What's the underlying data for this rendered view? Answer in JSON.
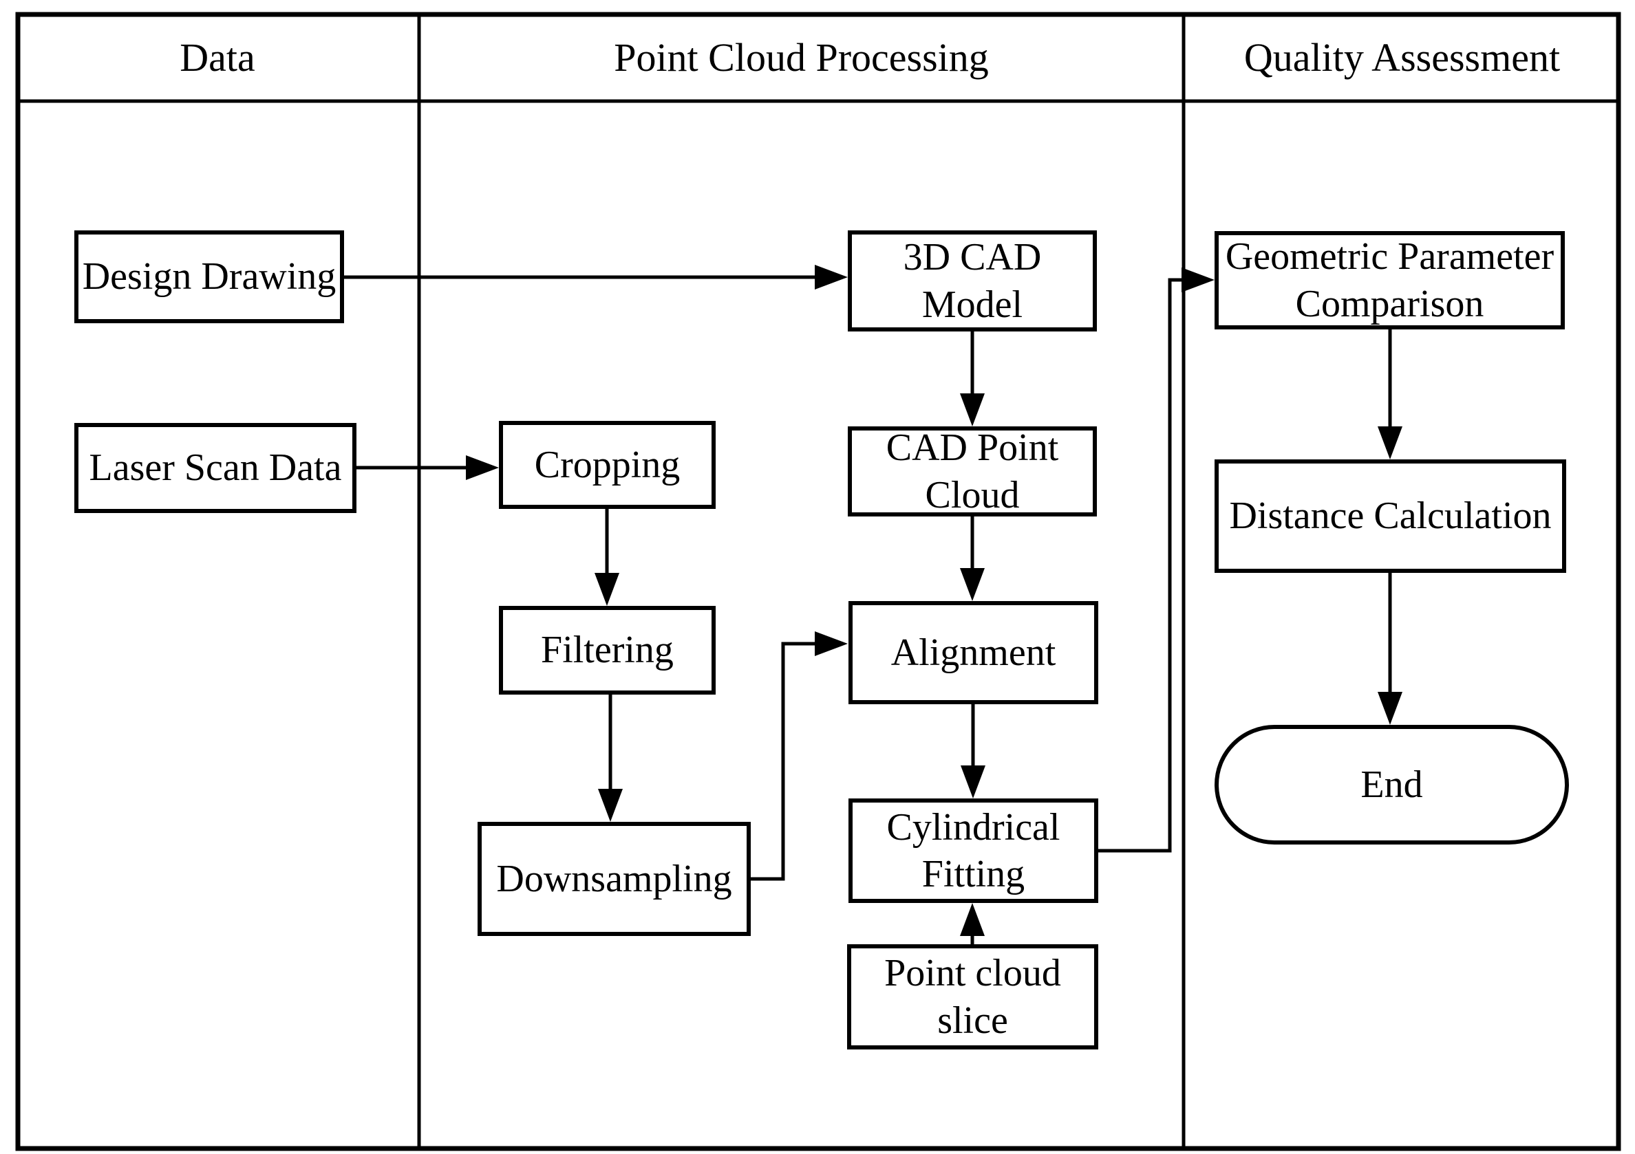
{
  "figure": {
    "type": "flowchart",
    "background_color": "#ffffff",
    "line_color": "#000000",
    "box_fill_color": "#ffffff"
  },
  "columns": [
    {
      "id": "data",
      "label": "Data"
    },
    {
      "id": "point-cloud-processing",
      "label": "Point Cloud Processing"
    },
    {
      "id": "quality-assessment",
      "label": "Quality Assessment"
    }
  ],
  "nodes": {
    "design_drawing": {
      "label": "Design Drawing",
      "shape": "rect",
      "column": "Data"
    },
    "laser_scan_data": {
      "label": "Laser Scan Data",
      "shape": "rect",
      "column": "Data"
    },
    "cropping": {
      "label": "Cropping",
      "shape": "rect",
      "column": "Point Cloud Processing"
    },
    "filtering": {
      "label": "Filtering",
      "shape": "rect",
      "column": "Point Cloud Processing"
    },
    "downsampling": {
      "label": "Downsampling",
      "shape": "rect",
      "column": "Point Cloud Processing"
    },
    "cad_3d_model": {
      "label": "3D CAD\nModel",
      "shape": "rect",
      "column": "Point Cloud Processing"
    },
    "cad_point_cloud": {
      "label": "CAD Point\nCloud",
      "shape": "rect",
      "column": "Point Cloud Processing"
    },
    "alignment": {
      "label": "Alignment",
      "shape": "rect",
      "column": "Point Cloud Processing"
    },
    "cylindrical_fitting": {
      "label": "Cylindrical\nFitting",
      "shape": "rect",
      "column": "Point Cloud Processing"
    },
    "point_cloud_slice": {
      "label": "Point cloud\nslice",
      "shape": "rect",
      "column": "Point Cloud Processing"
    },
    "geometric_parameter_comparison": {
      "label": "Geometric Parameter\nComparison",
      "shape": "rect",
      "column": "Quality Assessment"
    },
    "distance_calculation": {
      "label": "Distance Calculation",
      "shape": "rect",
      "column": "Quality Assessment"
    },
    "end": {
      "label": "End",
      "shape": "terminator",
      "column": "Quality Assessment"
    }
  },
  "edges": [
    {
      "from": "design_drawing",
      "to": "cad_3d_model"
    },
    {
      "from": "laser_scan_data",
      "to": "cropping"
    },
    {
      "from": "cropping",
      "to": "filtering"
    },
    {
      "from": "filtering",
      "to": "downsampling"
    },
    {
      "from": "downsampling",
      "to": "alignment"
    },
    {
      "from": "cad_3d_model",
      "to": "cad_point_cloud"
    },
    {
      "from": "cad_point_cloud",
      "to": "alignment"
    },
    {
      "from": "alignment",
      "to": "cylindrical_fitting"
    },
    {
      "from": "point_cloud_slice",
      "to": "cylindrical_fitting"
    },
    {
      "from": "cylindrical_fitting",
      "to": "geometric_parameter_comparison"
    },
    {
      "from": "geometric_parameter_comparison",
      "to": "distance_calculation"
    },
    {
      "from": "distance_calculation",
      "to": "end"
    }
  ]
}
